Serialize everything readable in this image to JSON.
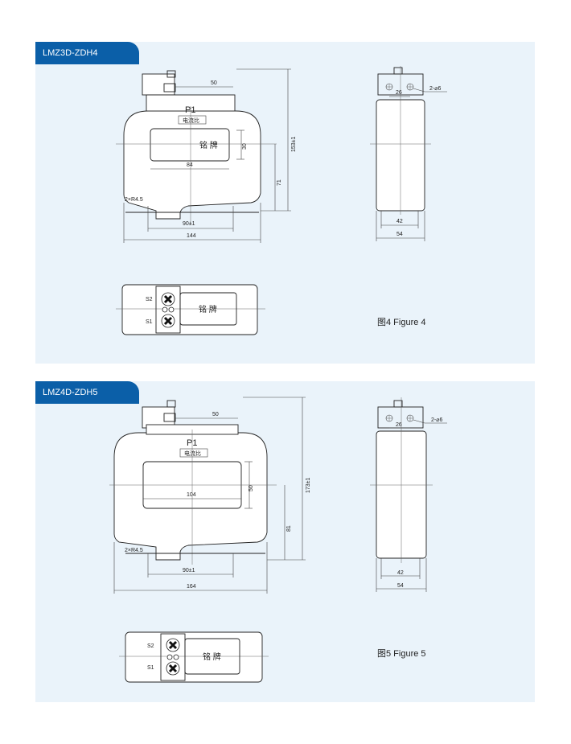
{
  "figures": [
    {
      "model": "LMZ3D-ZDH4",
      "caption": "图4 Figure 4",
      "terminal_label": "P1",
      "ratio_label": "电流比",
      "nameplate_label": "铭 牌",
      "dims": {
        "top_width": "50",
        "window_height": "30",
        "window_width": "84",
        "total_height": "153±1",
        "center_height": "71",
        "radius": "2×R4.5",
        "hole_spacing": "90±1",
        "base_width": "144",
        "side_holes": "2-⌀6",
        "side_top": "26",
        "side_inner": "42",
        "side_outer": "54"
      },
      "terminals": [
        "S2",
        "S1"
      ]
    },
    {
      "model": "LMZ4D-ZDH5",
      "caption": "图5 Figure 5",
      "terminal_label": "P1",
      "ratio_label": "电流比",
      "nameplate_label": "铭 牌",
      "dims": {
        "top_width": "50",
        "window_height": "50",
        "window_width": "104",
        "total_height": "173±1",
        "center_height": "81",
        "radius": "2×R4.5",
        "hole_spacing": "90±1",
        "base_width": "164",
        "side_holes": "2-⌀6",
        "side_top": "26",
        "side_inner": "42",
        "side_outer": "54"
      },
      "terminals": [
        "S2",
        "S1"
      ]
    }
  ]
}
